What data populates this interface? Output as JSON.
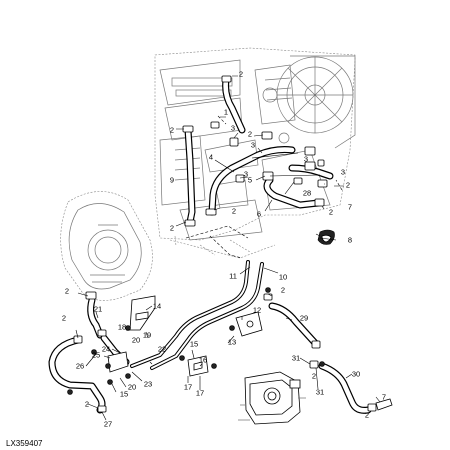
{
  "figure_id": "LX359407",
  "callouts": [
    {
      "text": "2"
    },
    {
      "text": "1"
    },
    {
      "text": "2"
    },
    {
      "text": "3"
    },
    {
      "text": "2"
    },
    {
      "text": "3"
    },
    {
      "text": "3"
    },
    {
      "text": "5"
    },
    {
      "text": "4"
    },
    {
      "text": "9"
    },
    {
      "text": "3"
    },
    {
      "text": "3"
    },
    {
      "text": "28"
    },
    {
      "text": "7"
    },
    {
      "text": "2"
    },
    {
      "text": "2"
    },
    {
      "text": "2"
    },
    {
      "text": "2"
    },
    {
      "text": "6"
    },
    {
      "text": "8"
    },
    {
      "text": "11"
    },
    {
      "text": "10"
    },
    {
      "text": "2"
    },
    {
      "text": "2"
    },
    {
      "text": "14"
    },
    {
      "text": "21"
    },
    {
      "text": "12"
    },
    {
      "text": "29"
    },
    {
      "text": "2"
    },
    {
      "text": "18"
    },
    {
      "text": "19"
    },
    {
      "text": "20"
    },
    {
      "text": "24"
    },
    {
      "text": "13"
    },
    {
      "text": "25"
    },
    {
      "text": "22"
    },
    {
      "text": "15"
    },
    {
      "text": "16"
    },
    {
      "text": "26"
    },
    {
      "text": "23"
    },
    {
      "text": "31"
    },
    {
      "text": "20"
    },
    {
      "text": "15"
    },
    {
      "text": "17"
    },
    {
      "text": "17"
    },
    {
      "text": "30"
    },
    {
      "text": "31"
    },
    {
      "text": "2"
    },
    {
      "text": "2"
    },
    {
      "text": "7"
    },
    {
      "text": "2"
    },
    {
      "text": "27"
    }
  ]
}
